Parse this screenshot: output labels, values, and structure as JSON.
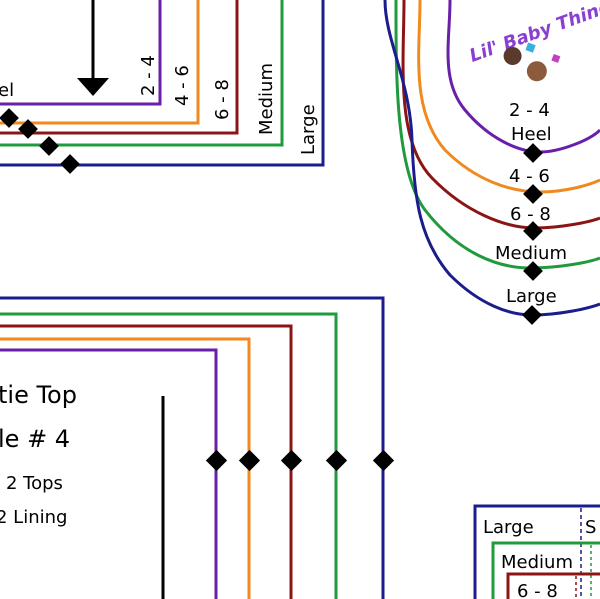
{
  "colors": {
    "size_2_4": "#6a1fa8",
    "size_4_6": "#f08a1e",
    "size_6_8": "#8b1414",
    "medium": "#1f9a3c",
    "large": "#1c1c8c"
  },
  "top_left": {
    "heel_fragment": "el",
    "size_labels": [
      "2 - 4",
      "4 - 6",
      "6 - 8",
      "Medium",
      "Large"
    ]
  },
  "sole": {
    "logo_text": "Lil' Baby Things",
    "labels": [
      "2 - 4",
      "Heel",
      "4 - 6",
      "6 - 8",
      "Medium",
      "Large"
    ]
  },
  "tie_top": {
    "title_line1": "tie Top",
    "title_line2": "le # 4",
    "cut_line1": "2 Tops",
    "cut_line2": "2 Lining"
  },
  "size_chart": {
    "row_large": "Large",
    "row_large_next": "S",
    "row_medium": "Medium",
    "row_6_8": "6 - 8"
  }
}
